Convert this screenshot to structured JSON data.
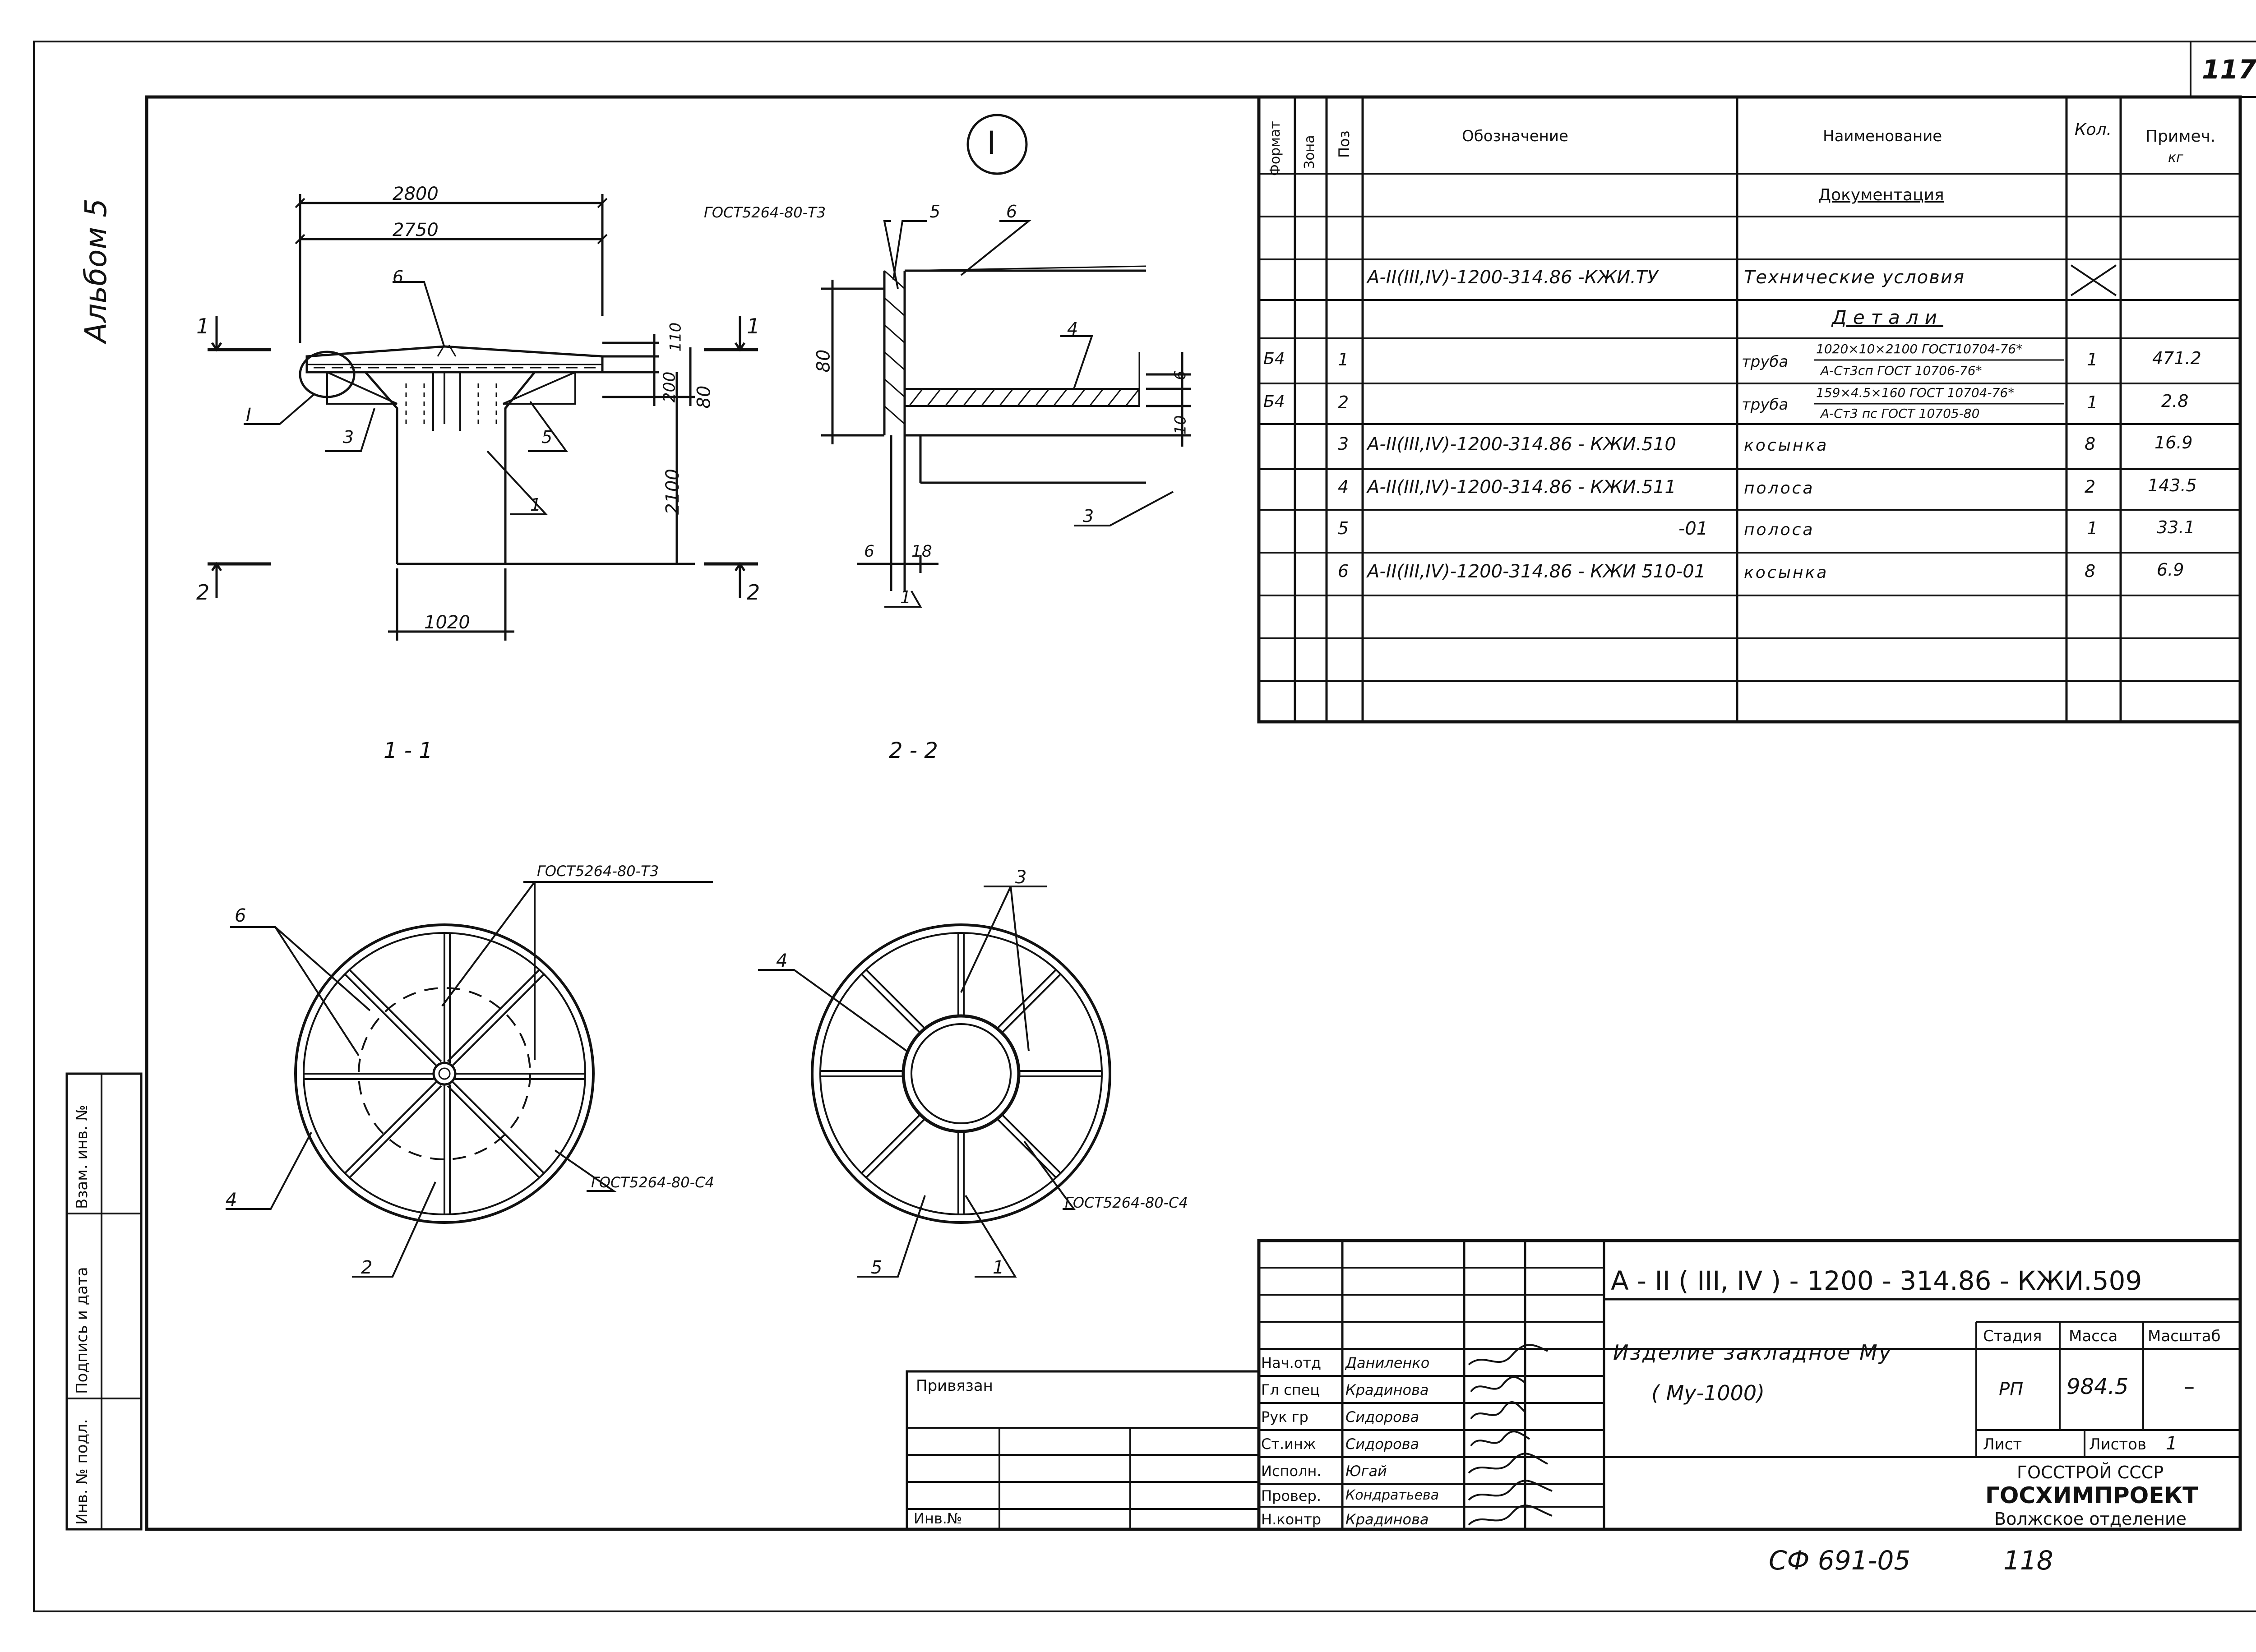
{
  "sheet": {
    "page_number": "117",
    "album": "Альбом 5",
    "bottom_code": "СФ 691-05",
    "bottom_number": "118"
  },
  "views": {
    "detail_marker": "I",
    "section_1_label": "1 - 1",
    "section_2_label": "2 - 2",
    "cut_1": "1",
    "cut_2": "2",
    "detail_ref": "I"
  },
  "dims": {
    "d2800": "2800",
    "d2750": "2750",
    "d110": "110",
    "d80a": "80",
    "d200": "200",
    "d2100": "2100",
    "d1020": "1020",
    "d80b": "80",
    "d6a": "6",
    "d10": "10",
    "d6b": "6",
    "d18": "18"
  },
  "gost": {
    "t3_detail": "ГОСТ5264-80-Т3",
    "t3_plan": "ГОСТ5264-80-Т3",
    "c4_left": "ГОСТ5264-80-С4",
    "c4_right": "ГОСТ5264-80-С4"
  },
  "callouts": {
    "s1_6": "6",
    "s1_3": "3",
    "s1_5": "5",
    "s1_1": "1",
    "s2_5": "5",
    "s2_6": "6",
    "s2_4": "4",
    "s2_3": "3",
    "s2_1": "1",
    "p1_6": "6",
    "p1_4": "4",
    "p1_2": "2",
    "p2_3": "3",
    "p2_4": "4",
    "p2_5": "5",
    "p2_1": "1"
  },
  "spec": {
    "headers": {
      "format": "Формат",
      "zone": "Зона",
      "pos": "Поз",
      "designation": "Обозначение",
      "name": "Наименование",
      "qty": "Кол.",
      "note": "Примеч.",
      "note_unit": "кг"
    },
    "section_documentation": "Документация",
    "tu_designation": "А-II(III,IV)-1200-314.86 -КЖИ.ТУ",
    "tu_name": "Технические условия",
    "section_details": "Детали",
    "rows": [
      {
        "format": "Б4",
        "pos": "1",
        "designation": "",
        "name_prefix": "труба",
        "name_top": "1020×10×2100 ГОСТ10704-76*",
        "name_bottom": "А-Ст3сп ГОСТ 10706-76*",
        "qty": "1",
        "note": "471.2"
      },
      {
        "format": "Б4",
        "pos": "2",
        "designation": "",
        "name_prefix": "труба",
        "name_top": "159×4.5×160 ГОСТ 10704-76*",
        "name_bottom": "А-Ст3 пс ГОСТ 10705-80",
        "qty": "1",
        "note": "2.8"
      },
      {
        "format": "",
        "pos": "3",
        "designation": "А-II(III,IV)-1200-314.86 - КЖИ.510",
        "name": "косынка",
        "qty": "8",
        "note": "16.9"
      },
      {
        "format": "",
        "pos": "4",
        "designation": "А-II(III,IV)-1200-314.86 - КЖИ.511",
        "name": "полоса",
        "qty": "2",
        "note": "143.5"
      },
      {
        "format": "",
        "pos": "5",
        "designation": "-01",
        "name": "полоса",
        "qty": "1",
        "note": "33.1"
      },
      {
        "format": "",
        "pos": "6",
        "designation": "А-II(III,IV)-1200-314.86 - КЖИ 510-01",
        "name": "косынка",
        "qty": "8",
        "note": "6.9"
      }
    ]
  },
  "side_stamp": {
    "inv_podl": "Инв. № подл.",
    "podpis": "Подпись и дата",
    "vzam": "Взам. инв. №"
  },
  "title_block": {
    "code": "А - II ( III, IV ) - 1200 - 314.86  - КЖИ.509",
    "name_line1": "Изделие закладное Му",
    "name_line2": "( Му-1000)",
    "stage_h": "Стадия",
    "mass_h": "Масса",
    "scale_h": "Масштаб",
    "stage": "РП",
    "mass": "984.5",
    "scale": "–",
    "sheet_h": "Лист",
    "sheets_h": "Листов",
    "sheets": "1",
    "org1": "ГОССТРОЙ СССР",
    "org2": "ГОСХИМПРОЕКТ",
    "org3": "Волжское отделение",
    "privyazan": "Привязан",
    "inv_no": "Инв.№",
    "staff": [
      {
        "role": "Нач.отд",
        "name": "Даниленко"
      },
      {
        "role": "Гл спец",
        "name": "Крадинова"
      },
      {
        "role": "Рук гр",
        "name": "Сидорова"
      },
      {
        "role": "Ст.инж",
        "name": "Сидорова"
      },
      {
        "role": "Исполн.",
        "name": "Югай"
      },
      {
        "role": "Провер.",
        "name": "Кондратьева"
      },
      {
        "role": "Н.контр",
        "name": "Крадинова"
      }
    ]
  }
}
